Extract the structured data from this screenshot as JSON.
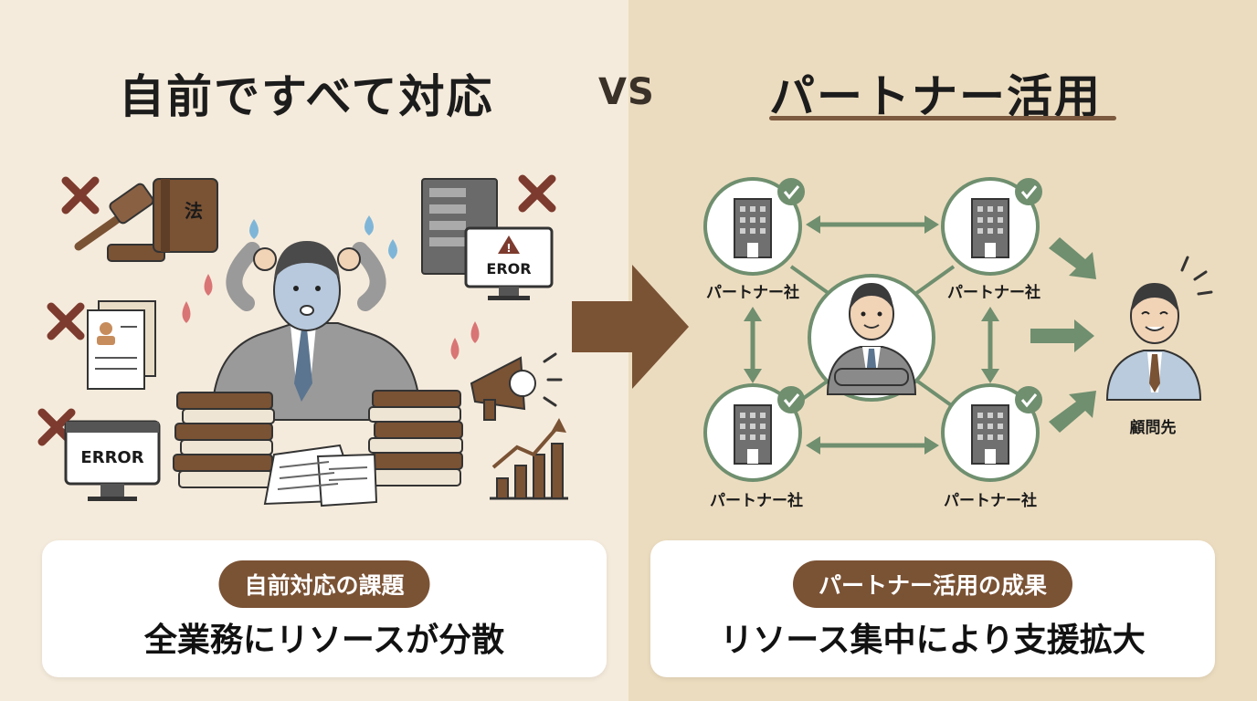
{
  "left": {
    "title": "自前ですべて対応",
    "labels": {
      "law": "法",
      "error_monitor": "ERROR",
      "error_server": "EROR"
    },
    "card": {
      "tag": "自前対応の課題",
      "text": "全業務にリソースが分散"
    }
  },
  "vs": "VS",
  "right": {
    "title": "パートナー活用",
    "partners": [
      "パートナー社",
      "パートナー社",
      "パートナー社",
      "パートナー社"
    ],
    "client": "顧問先",
    "card": {
      "tag": "パートナー活用の成果",
      "text": "リソース集中により支援拡大"
    }
  },
  "colors": {
    "brown": "#7a5234",
    "green": "#6f8f6f",
    "left_bg": "#f5ebdc",
    "right_bg": "#ecdcbf"
  }
}
